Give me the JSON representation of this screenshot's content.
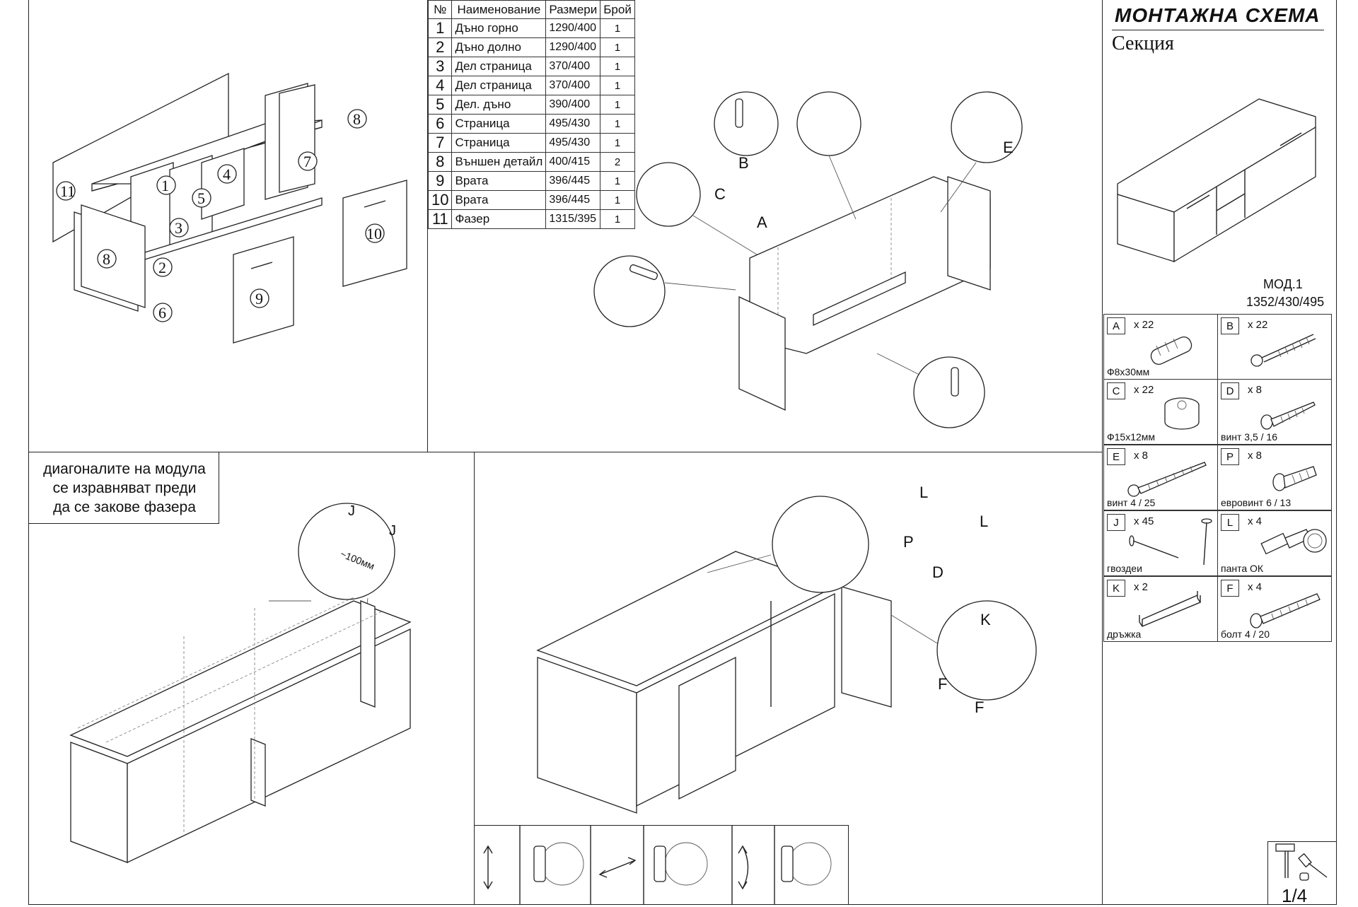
{
  "header": {
    "title": "МОНТАЖНА СХЕМА",
    "subtitle": "Секция"
  },
  "model": {
    "name": "МОД.1",
    "dimensions": "1352/430/495"
  },
  "parts_table": {
    "headers": [
      "№",
      "Наименование",
      "Размери",
      "Брой"
    ],
    "rows": [
      {
        "num": "1",
        "name": "Дъно горно",
        "size": "1290/400",
        "qty": "1"
      },
      {
        "num": "2",
        "name": "Дъно долно",
        "size": "1290/400",
        "qty": "1"
      },
      {
        "num": "3",
        "name": "Дел страница",
        "size": "370/400",
        "qty": "1"
      },
      {
        "num": "4",
        "name": "Дел страница",
        "size": "370/400",
        "qty": "1"
      },
      {
        "num": "5",
        "name": "Дел. дъно",
        "size": "390/400",
        "qty": "1"
      },
      {
        "num": "6",
        "name": "Страница",
        "size": "495/430",
        "qty": "1"
      },
      {
        "num": "7",
        "name": "Страница",
        "size": "495/430",
        "qty": "1"
      },
      {
        "num": "8",
        "name": "Външен детайл",
        "size": "400/415",
        "qty": "2"
      },
      {
        "num": "9",
        "name": "Врата",
        "size": "396/445",
        "qty": "1"
      },
      {
        "num": "10",
        "name": "Врата",
        "size": "396/445",
        "qty": "1"
      },
      {
        "num": "11",
        "name": "Фазер",
        "size": "1315/395",
        "qty": "1"
      }
    ]
  },
  "hardware": [
    {
      "letter": "A",
      "qty": "x 22",
      "desc": "Ф8x30мм",
      "icon": "dowel-icon"
    },
    {
      "letter": "B",
      "qty": "x 22",
      "desc": "",
      "icon": "cam-bolt-icon"
    },
    {
      "letter": "C",
      "qty": "x 22",
      "desc": "Ф15x12мм",
      "icon": "cam-lock-icon"
    },
    {
      "letter": "D",
      "qty": "x 8",
      "desc": "винт 3,5 / 16",
      "icon": "short-screw-icon"
    },
    {
      "letter": "E",
      "qty": "x 8",
      "desc": "винт 4 / 25",
      "icon": "long-screw-icon"
    },
    {
      "letter": "P",
      "qty": "x 8",
      "desc": "евровинт 6 / 13",
      "icon": "euro-screw-icon"
    },
    {
      "letter": "J",
      "qty": "x 45",
      "desc": "гвоздеи",
      "icon": "nail-icon"
    },
    {
      "letter": "L",
      "qty": "x 4",
      "desc": "панта ОК",
      "icon": "hinge-icon"
    },
    {
      "letter": "K",
      "qty": "x 2",
      "desc": "дръжка",
      "icon": "handle-icon"
    },
    {
      "letter": "F",
      "qty": "x 4",
      "desc": "болт 4 / 20",
      "icon": "bolt-icon"
    }
  ],
  "exploded_labels": [
    "1",
    "2",
    "3",
    "4",
    "5",
    "6",
    "7",
    "8",
    "8",
    "9",
    "10",
    "11"
  ],
  "detail_labels": {
    "top_right": [
      "E"
    ],
    "cam_detail": [
      "A",
      "B",
      "C"
    ],
    "nail_detail": [
      "J",
      "J",
      "~100мм"
    ],
    "hinge_detail": [
      "L",
      "L",
      "P",
      "D"
    ],
    "handle_detail": [
      "K",
      "F",
      "F"
    ]
  },
  "note": {
    "line1": "диагоналите на модула",
    "line2": "се изравняват преди",
    "line3": "да се закове фазера"
  },
  "page": "1/4"
}
